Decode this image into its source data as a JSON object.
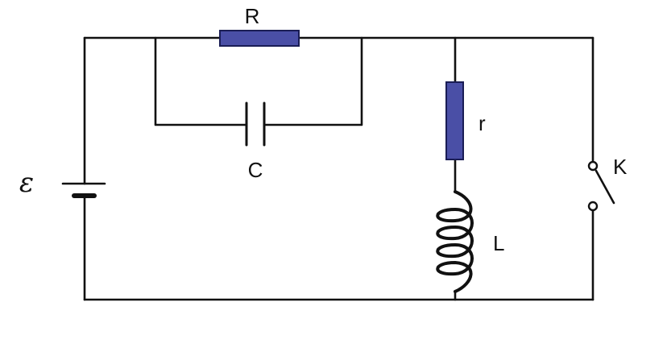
{
  "diagram": {
    "labels": {
      "resistor_R": "R",
      "capacitor_C": "C",
      "resistor_r": "r",
      "inductor_L": "L",
      "switch_K": "K",
      "emf": "ε"
    },
    "colors": {
      "wire": "#111111",
      "resistor_fill": "#4a4fa6",
      "resistor_stroke": "#1a1d55"
    }
  }
}
